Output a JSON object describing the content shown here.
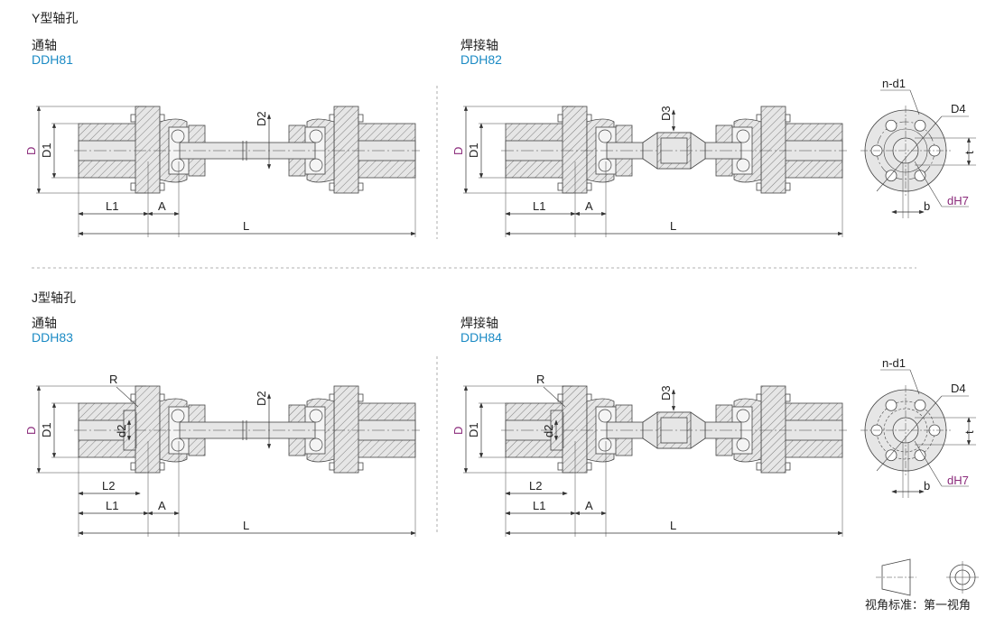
{
  "sections": [
    {
      "title": "Y型轴孔",
      "items": [
        {
          "name": "通轴",
          "code": "DDH81"
        },
        {
          "name": "焊接轴",
          "code": "DDH82"
        }
      ]
    },
    {
      "title": "J型轴孔",
      "items": [
        {
          "name": "通轴",
          "code": "DDH83"
        },
        {
          "name": "焊接轴",
          "code": "DDH84"
        }
      ]
    }
  ],
  "dims": {
    "D": "D",
    "D1": "D1",
    "D2": "D2",
    "D3": "D3",
    "L": "L",
    "L1": "L1",
    "L2": "L2",
    "A": "A",
    "R": "R",
    "d2": "d2",
    "nd1": "n-d1",
    "D4": "D4",
    "dH7": "dH7",
    "b": "b",
    "t": "t"
  },
  "footer": {
    "projection": "视角标准：第一视角"
  },
  "colors": {
    "code": "#1a8ac4",
    "accent_dim": "#8a2a7a",
    "fill": "#e6e6e6"
  }
}
